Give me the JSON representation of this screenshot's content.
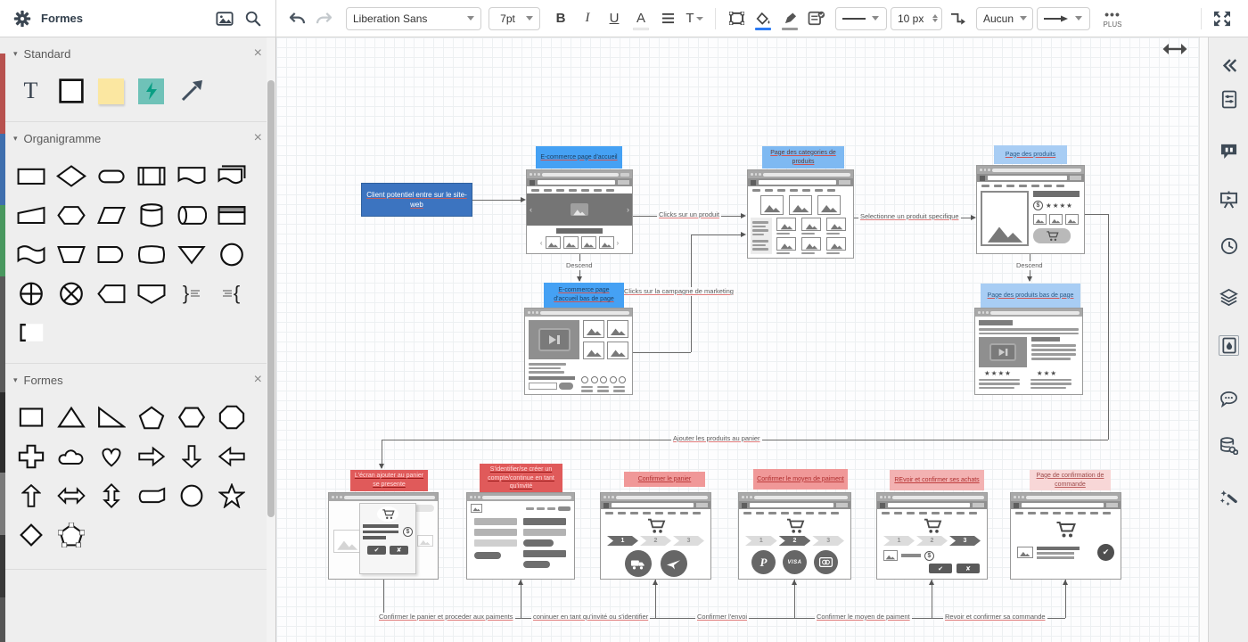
{
  "panel": {
    "title": "Formes"
  },
  "toolbar": {
    "font_family": "Liberation Sans",
    "font_size": "7pt",
    "bold": "B",
    "italic": "I",
    "underline": "U",
    "font_color": "A",
    "text_menu": "T",
    "line_width": "10 px",
    "waypoint_style": "Aucun",
    "more_label": "PLUS"
  },
  "sidebar": {
    "sections": [
      {
        "label": "Standard"
      },
      {
        "label": "Organigramme"
      },
      {
        "label": "Formes"
      }
    ],
    "close_glyph": "×"
  },
  "canvas": {
    "nodes": {
      "client": "Client potentiel entre sur le site-web",
      "homepage": "E-commerce  page d'accueil",
      "homepage_footer": "E-commerce page d'accueil bas de page",
      "categories": "Page des categories de produits",
      "products": "Page des produits",
      "products_footer": "Page des produits bas de page",
      "cart_screen": "L'écran ajouter au panier se presente",
      "signin": "S'identifier/se créer un compte/continue en tant qu'invité",
      "confirm_cart": "Confirmer le panier",
      "payment": "Confirmer le moyen de paiment",
      "review": "REvoir et confirmer ses achats",
      "confirmation": "Page de confirmation de commande"
    },
    "edges": {
      "descend": "Descend",
      "clicks_product": "Clicks sur un produit",
      "campaign": "Clicks sur la campagne de marketing",
      "select_product": "Selectionne un produit specifique",
      "add_to_cart": "Ajouter les produits au panier",
      "confirm_proceed": "Confirmer le panier et proceder aux paiments",
      "continue_guest": "coninuer en tant qu'invité ou s'identifier",
      "confirm_shipping": "Confirmer l'envoi",
      "confirm_payment": "Confirmer le moyen de paiment",
      "review_order": "Revoir et confirmer sa commande"
    },
    "wf": {
      "steps": [
        "1",
        "2",
        "3"
      ],
      "visa": "VISA",
      "paypal": "P",
      "stars4": "★★★★",
      "stars3": "★★★",
      "check": "✔",
      "cross": "✘"
    }
  },
  "colors": {
    "accent_blue": "#2d7bf4",
    "client_blue": "#3c74c0",
    "label_blue": "#45a1f4",
    "label_blue_light": "#a8cdf4",
    "label_red": "#e05a5a",
    "label_pink": "#f09898",
    "label_pink_light": "#f8d7d7",
    "grid_line": "#e1e5e9"
  }
}
